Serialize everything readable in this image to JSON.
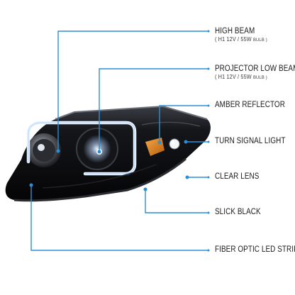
{
  "callouts": [
    {
      "title": "HIGH BEAM",
      "spec": "( H1 12V / 55W",
      "spec_unit": "BULB )"
    },
    {
      "title": "PROJECTOR LOW BEAM",
      "spec": "( H1 12V / 55W",
      "spec_unit": "BULB )"
    },
    {
      "title": "AMBER REFLECTOR"
    },
    {
      "title": "TURN SIGNAL LIGHT"
    },
    {
      "title": "CLEAR LENS"
    },
    {
      "title": "SLICK BLACK"
    },
    {
      "title": "FIBER OPTIC LED STRIP"
    }
  ],
  "colors": {
    "leader_line": "#2a8fd8",
    "housing": "#0b0b0d",
    "amber": "#e38a1c",
    "led_strip": "#e9f3ff"
  }
}
